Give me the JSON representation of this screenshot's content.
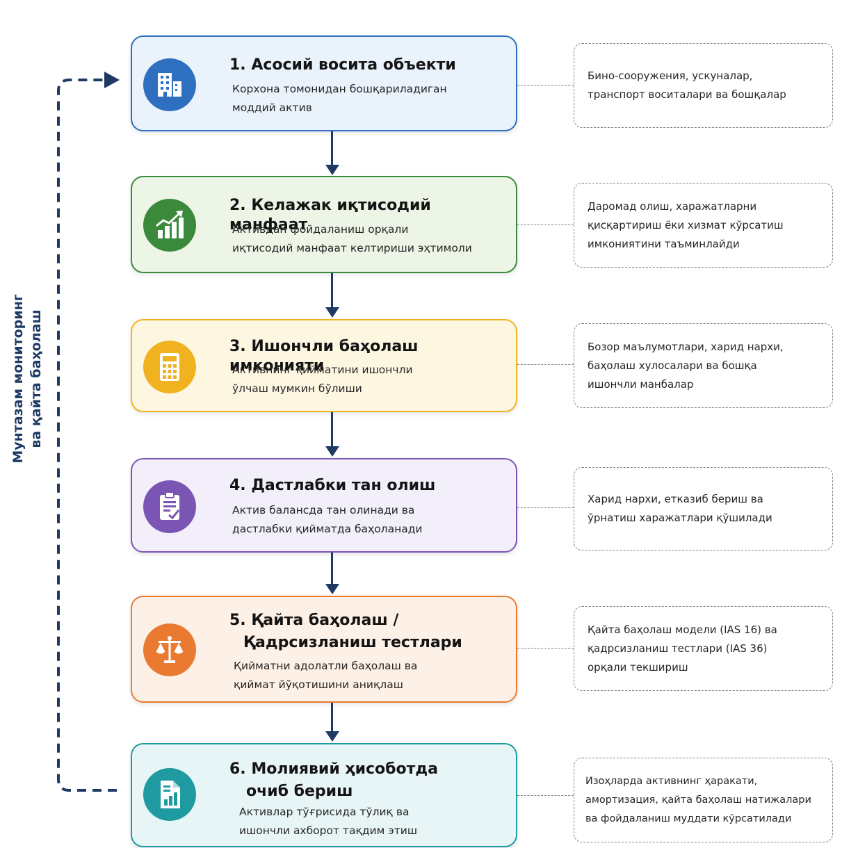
{
  "side_label": {
    "line1": "Мунтазам мониторинг",
    "line2": "ва қайта баҳолаш"
  },
  "steps": [
    {
      "title": "1. Асосий восита объекти",
      "desc": [
        "Корхона томонидан бошқариладиган",
        "моддий актив"
      ],
      "icon": "building-icon",
      "color": "#2f6fc0",
      "bg": "#eaf3fc",
      "note": [
        "Бино-сооружения, ускуналар,",
        "транспорт воситалари ва бошқалар"
      ]
    },
    {
      "title": "2. Келажак иқтисодий манфаат",
      "desc": [
        "Активдан фойдаланиш орқали",
        "иқтисодий манфаат келтириши эҳтимоли"
      ],
      "icon": "growth-chart-icon",
      "color": "#3b8a3b",
      "bg": "#ecf5e6",
      "note": [
        "Даромад олиш, харажатларни",
        "қисқартириш ёки хизмат кўрсатиш",
        "имкониятини таъминлайди"
      ]
    },
    {
      "title": "3. Ишончли баҳолаш имконияти",
      "desc": [
        "Активнинг қийматини ишончли",
        "ўлчаш мумкин бўлиши"
      ],
      "icon": "calculator-icon",
      "color": "#f0b21f",
      "bg": "#fdf7e2",
      "note": [
        "Бозор маълумотлари, харид нархи,",
        "баҳолаш хулосалари ва бошқа",
        "ишончли манбалар"
      ]
    },
    {
      "title": "4. Дастлабки тан олиш",
      "desc": [
        "Актив балансда тан олинади ва",
        "дастлабки қийматда баҳоланади"
      ],
      "icon": "clipboard-check-icon",
      "color": "#7a55b4",
      "bg": "#f2eefa",
      "note": [
        "Харид нархи, етказиб бериш ва",
        "ўрнатиш харажатлари қўшилади"
      ]
    },
    {
      "title": "5. Қайта баҳолаш /",
      "title2": "Қадрсизланиш тестлари",
      "desc": [
        "Қийматни адолатли баҳолаш ва",
        "қиймат йўқотишини аниқлаш"
      ],
      "icon": "scales-icon",
      "color": "#ea7a32",
      "bg": "#fdf0e6",
      "note": [
        "Қайта баҳолаш модели (IAS 16) ва",
        "қадрсизланиш тестлари (IAS 36)",
        "орқали текшириш"
      ]
    },
    {
      "title": "6. Молиявий ҳисоботда",
      "title2": "очиб бериш",
      "desc": [
        "Активлар тўғрисида тўлиқ ва",
        "ишончли ахборот тақдим этиш"
      ],
      "icon": "report-document-icon",
      "color": "#1f9aa0",
      "bg": "#e8f5f6",
      "note": [
        "Изоҳларда активнинг ҳаракати,",
        "амортизация, қайта баҳолаш натижалари",
        "ва фойдаланиш муддати кўрсатилади"
      ]
    }
  ]
}
